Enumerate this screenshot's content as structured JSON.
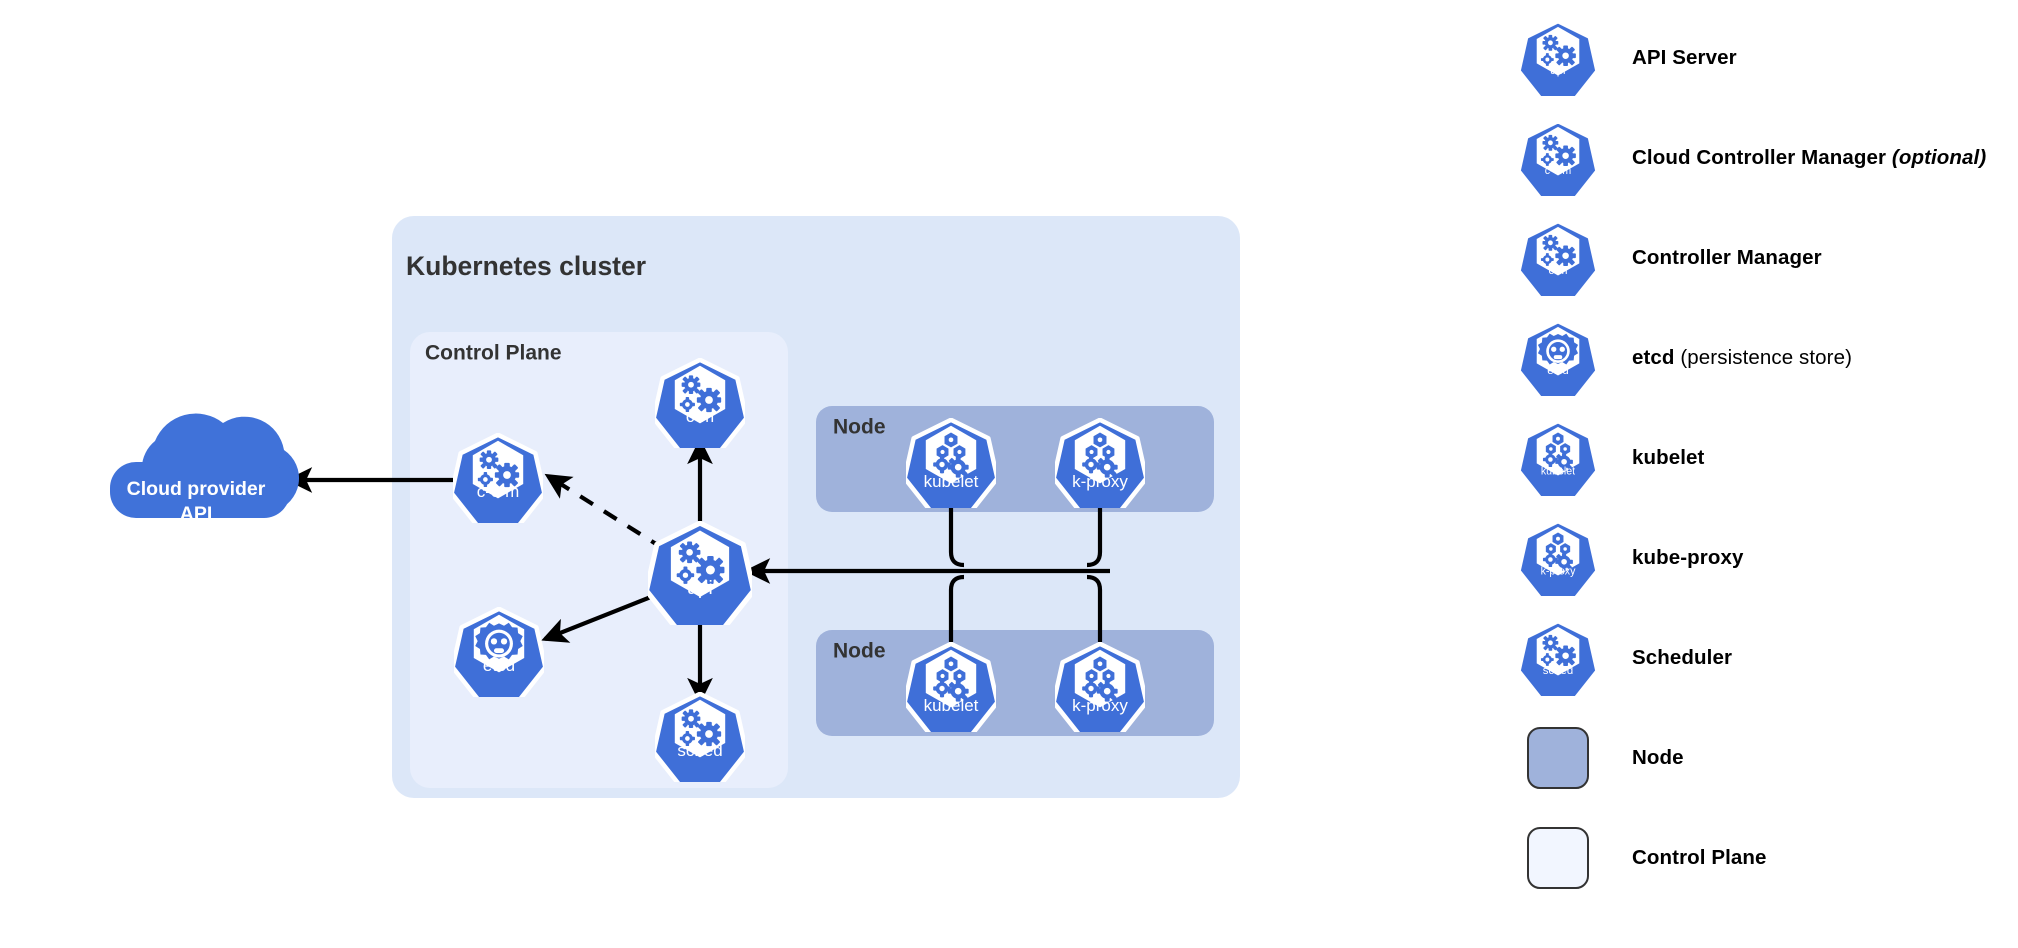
{
  "diagram": {
    "title": "Kubernetes cluster",
    "control_plane_label": "Control Plane",
    "node_label_1": "Node",
    "node_label_2": "Node",
    "cloud": {
      "line1": "Cloud provider",
      "line2": "API"
    },
    "components": {
      "cm": "c-m",
      "ccm": "c-c-m",
      "api": "api",
      "etcd": "etcd",
      "sched": "sched",
      "kubelet_1": "kubelet",
      "kproxy_1": "k-proxy",
      "kubelet_2": "kubelet",
      "kproxy_2": "k-proxy"
    }
  },
  "legend": {
    "items": [
      {
        "icon": "api-hexagon-icon",
        "badge": "api",
        "label": "API Server",
        "note": ""
      },
      {
        "icon": "ccm-hexagon-icon",
        "badge": "c-c-m",
        "label": "Cloud Controller Manager",
        "note": " (optional)"
      },
      {
        "icon": "cm-hexagon-icon",
        "badge": "c-m",
        "label": "Controller Manager",
        "note": ""
      },
      {
        "icon": "etcd-hexagon-icon",
        "badge": "etcd",
        "label": "etcd",
        "note": " (persistence store)"
      },
      {
        "icon": "kubelet-hexagon-icon",
        "badge": "kubelet",
        "label": "kubelet",
        "note": ""
      },
      {
        "icon": "kproxy-hexagon-icon",
        "badge": "k-proxy",
        "label": "kube-proxy",
        "note": ""
      },
      {
        "icon": "sched-hexagon-icon",
        "badge": "sched",
        "label": "Scheduler",
        "note": ""
      },
      {
        "icon": "node-swatch-icon",
        "badge": "",
        "label": "Node",
        "note": ""
      },
      {
        "icon": "control-plane-swatch-icon",
        "badge": "",
        "label": "Control Plane",
        "note": ""
      }
    ]
  },
  "colors": {
    "k8s_blue": "#3f6fd8",
    "cluster_bg": "#dce7f8",
    "control_plane_bg": "#e8eefc",
    "node_bg": "#9fb2db",
    "cloud_blue": "#4072d9",
    "edge": "#000000",
    "heading": "#333333"
  }
}
